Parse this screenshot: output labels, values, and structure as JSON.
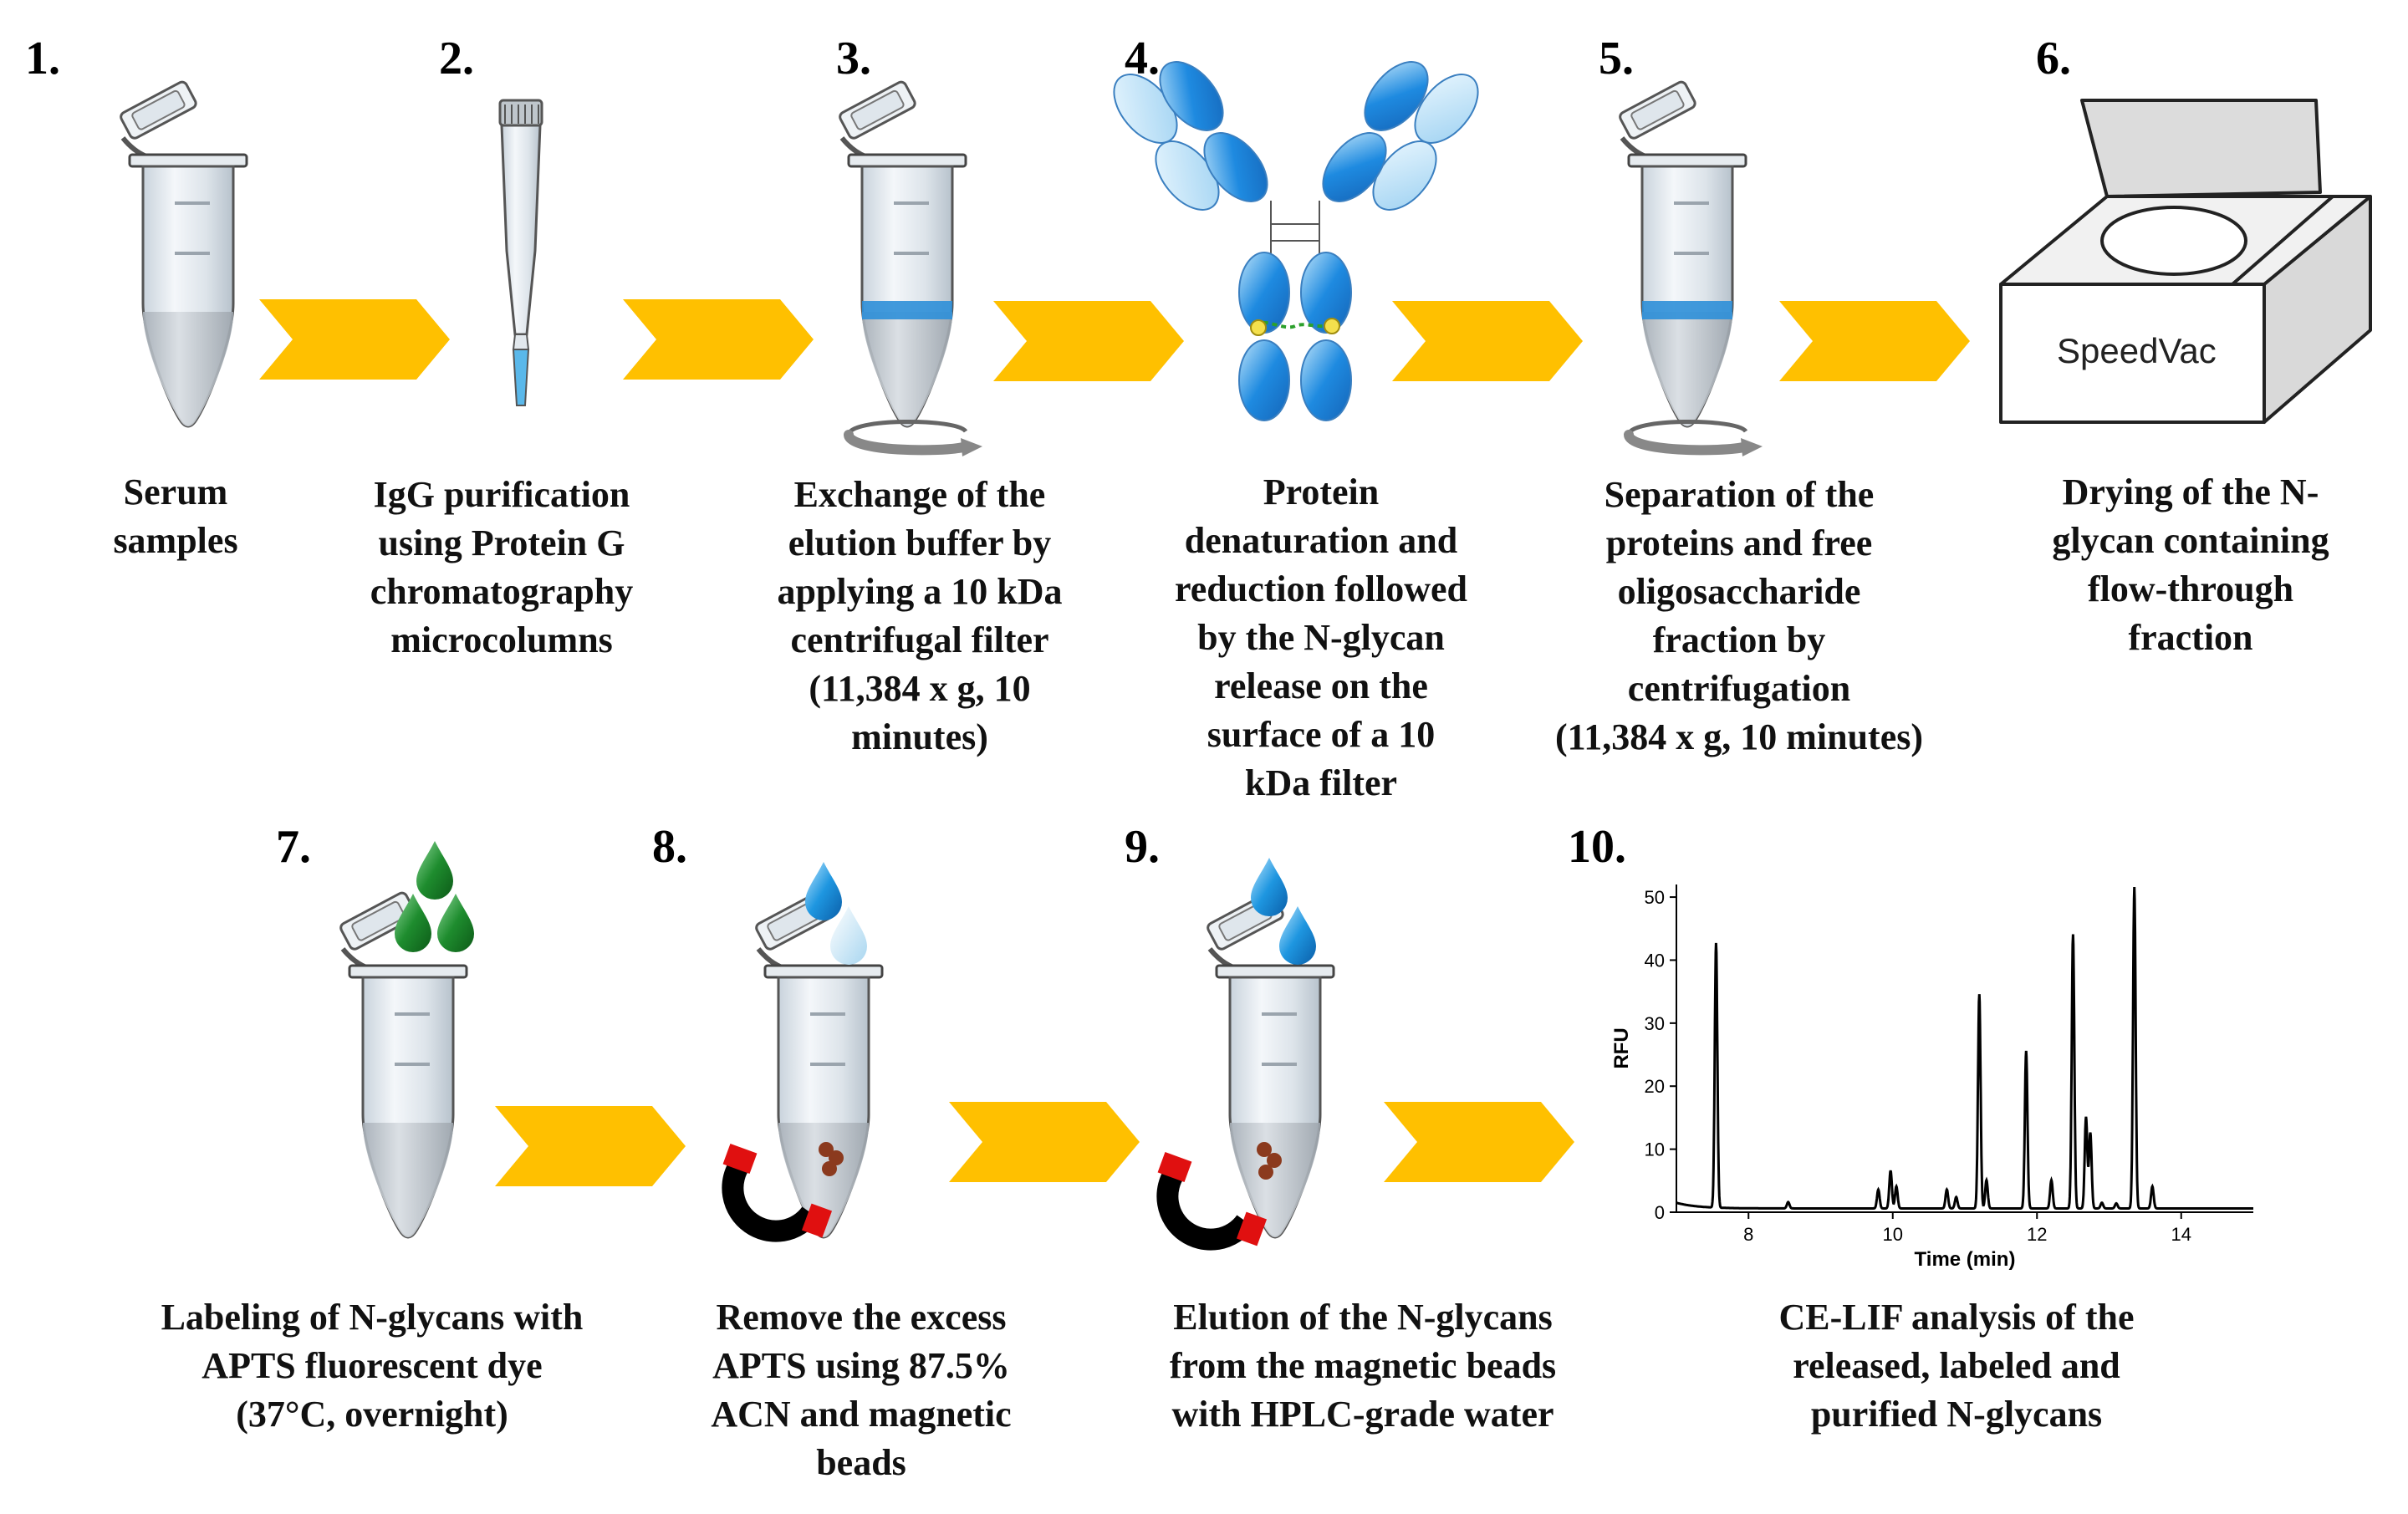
{
  "steps": [
    {
      "number": "1.",
      "caption": "Serum\nsamples"
    },
    {
      "number": "2.",
      "caption": "IgG purification\nusing Protein G\nchromatography\nmicrocolumns"
    },
    {
      "number": "3.",
      "caption": "Exchange of the\nelution buffer by\napplying a 10 kDa\ncentrifugal filter\n(11,384 x g, 10\nminutes)"
    },
    {
      "number": "4.",
      "caption": "Protein\ndenaturation and\nreduction followed\nby the N-glycan\nrelease on the\nsurface of  a 10\nkDa filter"
    },
    {
      "number": "5.",
      "caption": "Separation of the\nproteins and free\noligosaccharide\nfraction by\ncentrifugation\n(11,384 x g, 10 minutes)"
    },
    {
      "number": "6.",
      "caption": "Drying of the N-\nglycan containing\nflow-through\nfraction"
    },
    {
      "number": "7.",
      "caption": "Labeling of N-glycans with\nAPTS fluorescent dye\n(37°C, overnight)"
    },
    {
      "number": "8.",
      "caption": "Remove the excess\nAPTS using 87.5%\nACN and magnetic\nbeads"
    },
    {
      "number": "9.",
      "caption": "Elution of the N-glycans\nfrom the magnetic beads\nwith HPLC-grade water"
    },
    {
      "number": "10.",
      "caption": "CE-LIF analysis of the\nreleased, labeled and\npurified N-glycans"
    }
  ],
  "speedvac_label": "SpeedVac",
  "colors": {
    "arrow": "#FFC000",
    "tube_blue": "#2E8FD8",
    "antibody_dark": "#1E8AE0",
    "antibody_light": "#A9D8F5",
    "green_drop": "#1E8C2E",
    "magnet_red": "#E01010",
    "bead": "#8B3A1E"
  },
  "chart_data": {
    "type": "line",
    "xlabel": "Time (min)",
    "ylabel": "RFU",
    "xlim": [
      7,
      15
    ],
    "ylim": [
      0,
      52
    ],
    "xticks": [
      8,
      10,
      12,
      14
    ],
    "yticks": [
      0,
      10,
      20,
      30,
      40,
      50
    ],
    "baseline": 0.6,
    "peaks": [
      {
        "x": 7.55,
        "y": 42
      },
      {
        "x": 8.55,
        "y": 1
      },
      {
        "x": 9.8,
        "y": 3
      },
      {
        "x": 9.97,
        "y": 6
      },
      {
        "x": 10.05,
        "y": 3.5
      },
      {
        "x": 10.75,
        "y": 3
      },
      {
        "x": 10.88,
        "y": 1.8
      },
      {
        "x": 11.2,
        "y": 34
      },
      {
        "x": 11.3,
        "y": 4.5
      },
      {
        "x": 11.85,
        "y": 25
      },
      {
        "x": 12.2,
        "y": 4.5
      },
      {
        "x": 12.5,
        "y": 43.5
      },
      {
        "x": 12.68,
        "y": 14.5
      },
      {
        "x": 12.74,
        "y": 12
      },
      {
        "x": 12.9,
        "y": 0.9
      },
      {
        "x": 13.1,
        "y": 0.8
      },
      {
        "x": 13.35,
        "y": 51
      },
      {
        "x": 13.6,
        "y": 3.5
      }
    ]
  }
}
